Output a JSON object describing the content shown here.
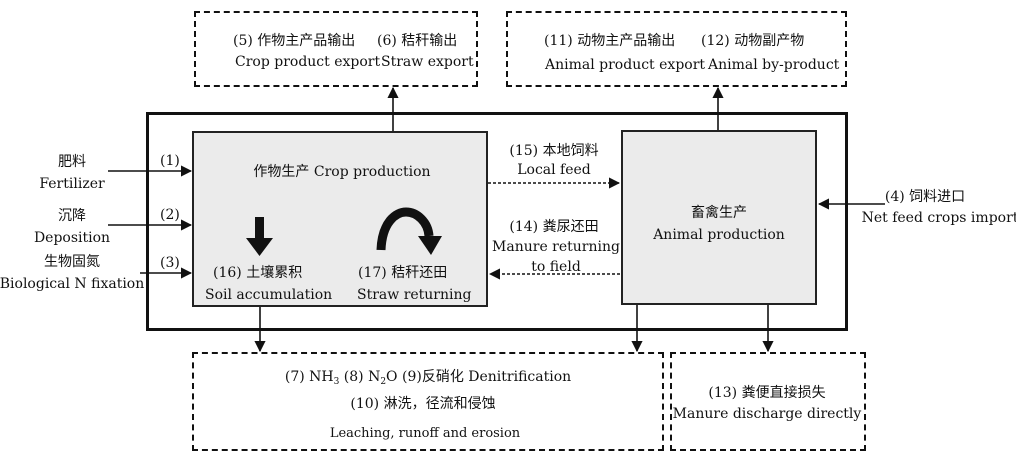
{
  "boxes": {
    "crop_export": {
      "label_cn": "(5) 作物主产品输出",
      "label_en": "Crop product export",
      "straw_cn": "(6) 秸秆输出",
      "straw_en": "Straw export"
    },
    "animal_export": {
      "label_cn": "(11) 动物主产品输出",
      "label_en": "Animal product export",
      "byproduct_cn": "(12) 动物副产物",
      "byproduct_en": "Animal by-product"
    },
    "crop_production": {
      "label": "作物生产 Crop production"
    },
    "animal_production": {
      "label_cn": "畜禽生产",
      "label_en": "Animal production"
    },
    "losses": {
      "nh3_prefix": "(7) NH",
      "nh3_sub": "3",
      "n2o_prefix": " (8) N",
      "n2o_sub": "2",
      "n2o_suffix": "O (9)反硝化 Denitrification",
      "line2": "(10) 淋洗，径流和侵蚀",
      "line3": "Leaching, runoff and erosion"
    },
    "manure_discharge": {
      "label_cn": "(13) 粪便直接损失",
      "label_en": "Manure discharge directly"
    }
  },
  "inputs": [
    {
      "num": "(1)",
      "cn": "肥料",
      "en": "Fertilizer"
    },
    {
      "num": "(2)",
      "cn": "沉降",
      "en": "Deposition"
    },
    {
      "num": "(3)",
      "cn": "生物固氮",
      "en": "Biological N fixation"
    }
  ],
  "feed_import": {
    "cn": "(4) 饲料进口",
    "en": "Net feed crops import"
  },
  "flows": {
    "local_feed": {
      "cn": "(15) 本地饲料",
      "en": "Local feed"
    },
    "manure_return": {
      "cn": "(14) 粪尿还田",
      "en1": "Manure returning",
      "en2": "to field"
    }
  },
  "internal": {
    "soil": {
      "cn": "(16) 土壤累积",
      "en": "Soil accumulation"
    },
    "straw_return": {
      "cn": "(17) 秸秆还田",
      "en": "Straw returning"
    }
  }
}
